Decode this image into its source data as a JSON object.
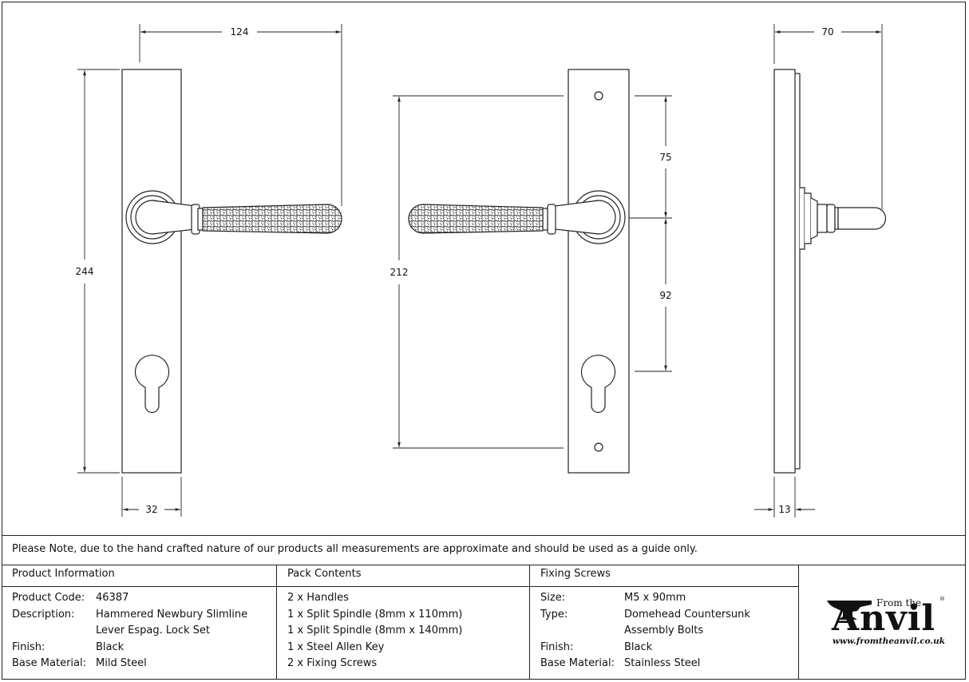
{
  "dimensions": {
    "d124": "124",
    "d244": "244",
    "d32": "32",
    "d212": "212",
    "d75": "75",
    "d92": "92",
    "d70": "70",
    "d13": "13"
  },
  "note": "Please Note, due to the hand crafted nature of our products all measurements are approximate and should be used as a guide only.",
  "product_info": {
    "header": "Product Information",
    "rows": [
      {
        "label": "Product Code:",
        "value": "46387"
      },
      {
        "label": "Description:",
        "value": "Hammered Newbury Slimline"
      },
      {
        "label": "",
        "value": "Lever Espag. Lock Set"
      },
      {
        "label": "Finish:",
        "value": "Black"
      },
      {
        "label": "Base Material:",
        "value": "Mild Steel"
      }
    ]
  },
  "pack_contents": {
    "header": "Pack Contents",
    "items": [
      "2 x Handles",
      "1 x Split Spindle (8mm x 110mm)",
      "1 x Split Spindle (8mm x 140mm)",
      "1 x Steel Allen Key",
      "2 x Fixing Screws"
    ]
  },
  "fixing_screws": {
    "header": "Fixing Screws",
    "rows": [
      {
        "label": "Size:",
        "value": "M5 x 90mm"
      },
      {
        "label": "Type:",
        "value": "Domehead Countersunk"
      },
      {
        "label": "",
        "value": "Assembly Bolts"
      },
      {
        "label": "Finish:",
        "value": "Black"
      },
      {
        "label": "Base Material:",
        "value": "Stainless Steel"
      }
    ]
  },
  "logo": {
    "from_the": "From the",
    "word": "Anvil",
    "reg": "®",
    "url": "www.fromtheanvil.co.uk"
  }
}
